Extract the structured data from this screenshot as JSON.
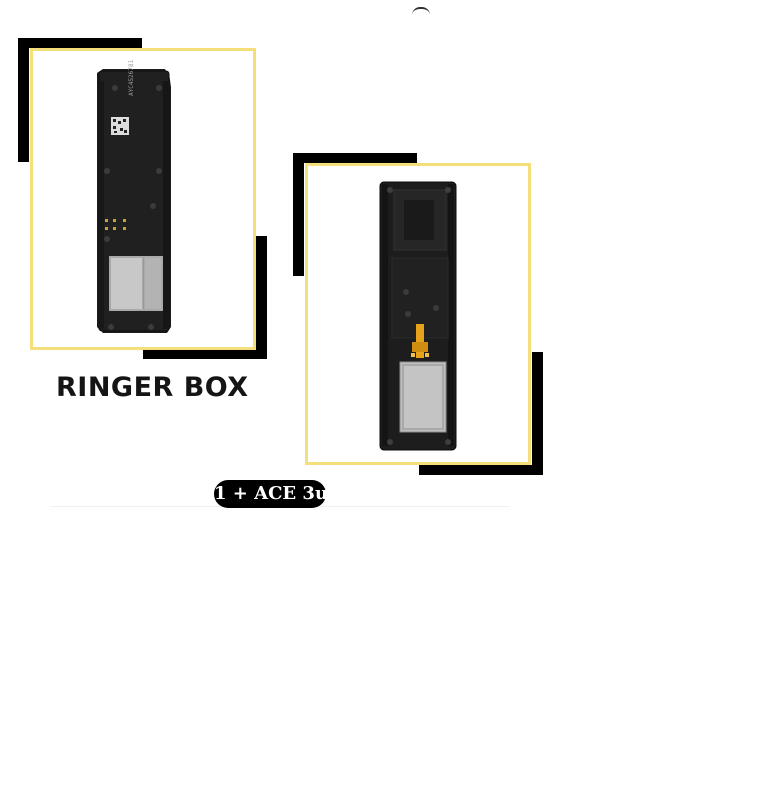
{
  "product": {
    "title": "RINGER BOX",
    "model_badge": "1 + ACE 3u",
    "barcode_text": "AYC4526781"
  },
  "colors": {
    "frame_border": "#f4df7a",
    "accent_black": "#000000",
    "module_body": "#1c1c1c",
    "speaker_metal": "#b9b9b9",
    "flex_cable": "#e6a21a"
  },
  "images": [
    {
      "name": "ringer-module-front-photo"
    },
    {
      "name": "ringer-module-back-photo"
    }
  ]
}
